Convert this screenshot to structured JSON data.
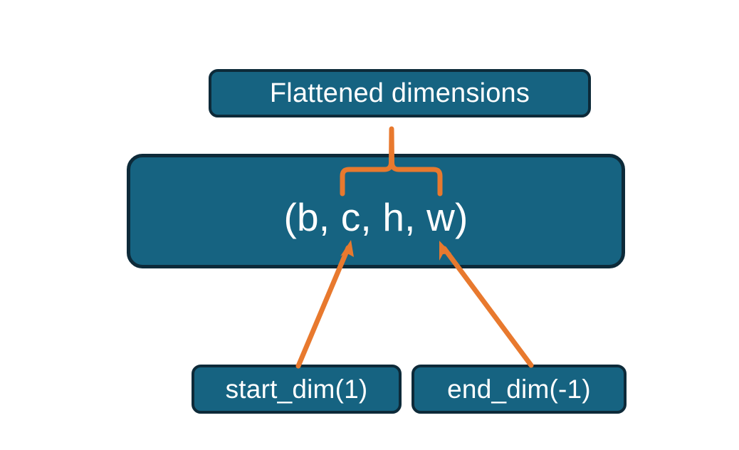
{
  "diagram": {
    "title": "Flatten operation dimension annotation",
    "background_color": "#ffffff",
    "node_fill_color": "#166381",
    "node_border_color": "#0d2a39",
    "node_text_color": "#ffffff",
    "connector_color": "#e8792e"
  },
  "nodes": {
    "flattened_label": "Flattened dimensions",
    "shape_tuple": "(b, c, h, w)",
    "start_dim_label": "start_dim(1)",
    "end_dim_label": "end_dim(-1)"
  },
  "connectors": {
    "brace": {
      "name": "curly-brace-connector",
      "from": "flattened_label",
      "spans": "c, h, w"
    },
    "start_dim_arrow": {
      "name": "start-dim-arrow",
      "from": "start_dim_label",
      "points_to": "c"
    },
    "end_dim_arrow": {
      "name": "end-dim-arrow",
      "from": "end_dim_label",
      "points_to": "w"
    }
  }
}
